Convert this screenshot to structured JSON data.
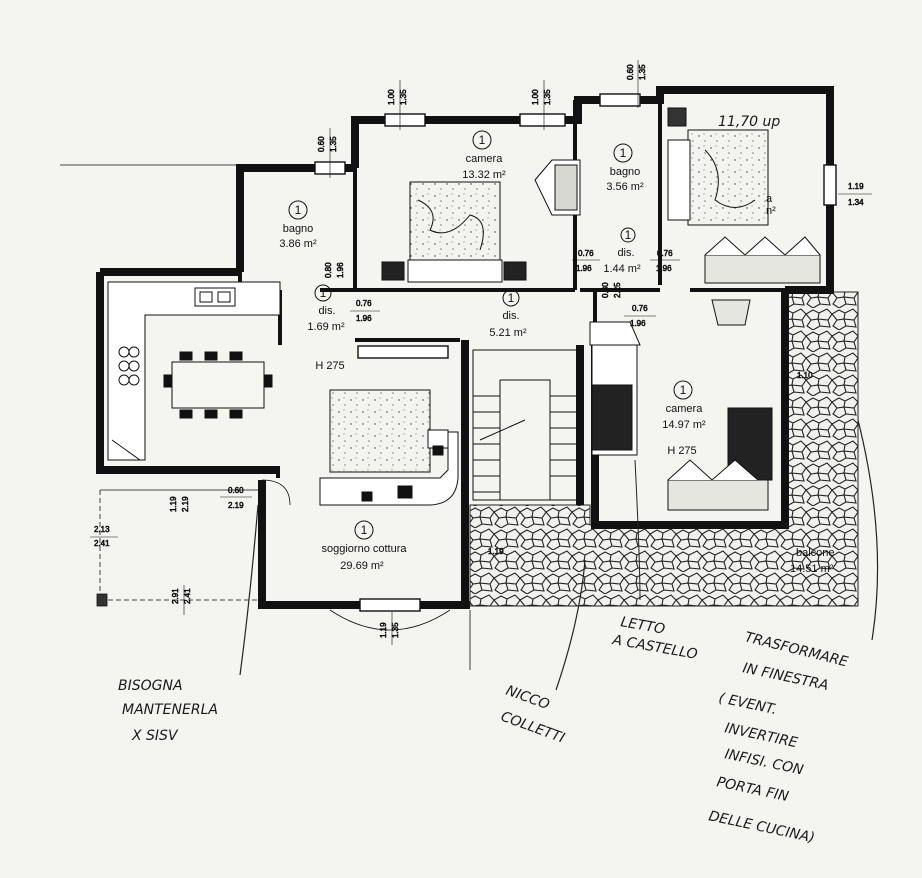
{
  "rooms": {
    "bagno_left": {
      "num": "1",
      "name": "bagno",
      "area": "3.86 m²"
    },
    "camera_top": {
      "num": "1",
      "name": "camera",
      "area": "13.32 m²"
    },
    "bagno_mid": {
      "num": "1",
      "name": "bagno",
      "area": "3.56 m²"
    },
    "camera_right_top": {
      "name": "a",
      "area": "n²"
    },
    "dis_small": {
      "num": "1",
      "name": "dis.",
      "area": "1.44 m²"
    },
    "dis_left": {
      "num": "1",
      "name": "dis.",
      "area": "1.69 m²"
    },
    "dis_center": {
      "num": "1",
      "name": "dis.",
      "area": "5.21 m²"
    },
    "camera_right": {
      "num": "1",
      "name": "camera",
      "area": "14.97 m²",
      "height": "H 275"
    },
    "soggiorno": {
      "num": "1",
      "name": "soggiorno cottura",
      "area": "29.69 m²"
    },
    "kitchen_height": "H 275",
    "balcone": {
      "name": "balcone",
      "area": "14.51 m²"
    }
  },
  "dims": {
    "d1": [
      "1.00",
      "1.35"
    ],
    "d2": [
      "1.00",
      "1.35"
    ],
    "d3": [
      "0.60",
      "1.35"
    ],
    "d4": [
      "0.60",
      "1.35"
    ],
    "d5": [
      "1.19",
      "1.34"
    ],
    "d6": [
      "0.80",
      "1.96"
    ],
    "d7": [
      "0.76",
      "1.96"
    ],
    "d8": [
      "0.76",
      "1.96"
    ],
    "d9": [
      "0.76",
      "1.96"
    ],
    "d10": [
      "0.80",
      "2.25"
    ],
    "d11": [
      "0.76",
      "1.96"
    ],
    "d12": [
      "0.60",
      "2.19"
    ],
    "d13": [
      "1.19",
      "2.19"
    ],
    "d14": [
      "2.13",
      "2.41"
    ],
    "d15": [
      "2.91",
      "2.41"
    ],
    "d16": [
      "1.19",
      "1.35"
    ],
    "d17": [
      "1.19"
    ],
    "d18": [
      "1.10"
    ]
  },
  "notes": {
    "n1": "11,70 up",
    "n2": [
      "BISOGNA",
      "MANTENERLA",
      "X SISV"
    ],
    "n3": [
      "NICCO",
      "COLLETTI"
    ],
    "n4": [
      "LETTO",
      "A CASTELLO"
    ],
    "n5": [
      "TRASFORMARE",
      "IN FINESTRA",
      "( EVENT.",
      "INVERTIRE",
      "INFISI. CON",
      "PORTA FIN",
      "DELLE CUCINA)"
    ]
  }
}
